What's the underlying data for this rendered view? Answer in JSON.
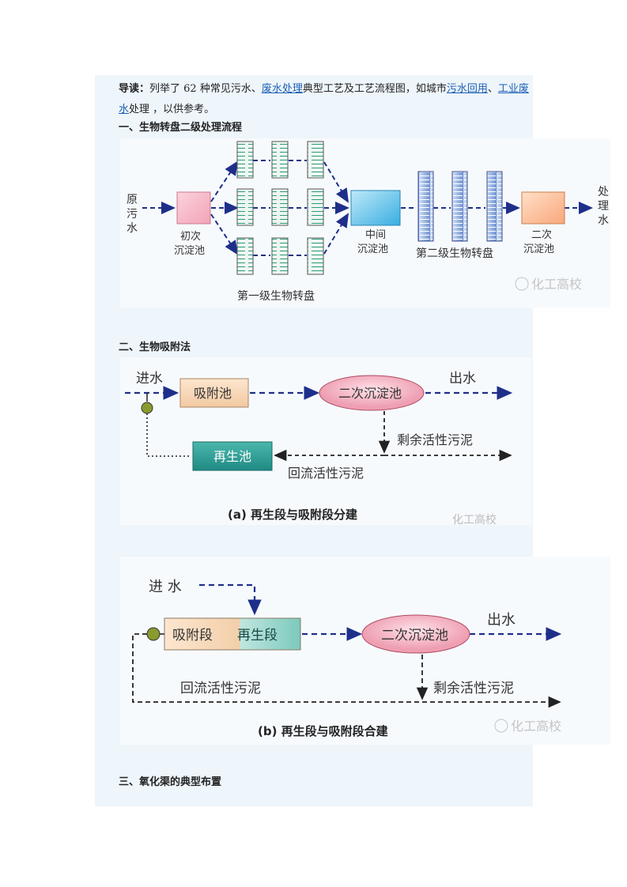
{
  "intro": {
    "lead": "导读：",
    "t1": "列举了 62 种常见污水、",
    "link1": "废水处理",
    "t2": "典型工艺及工艺流程图，如城市",
    "link2": "污水回用",
    "t3": "、",
    "link3": "工业废水",
    "t4": "处理 ，以供参考。"
  },
  "section1": {
    "title": "一、生物转盘二级处理流程",
    "labels": {
      "raw": [
        "原",
        "污",
        "水"
      ],
      "primary": [
        "初次",
        "沉淀池"
      ],
      "middle": [
        "中间",
        "沉淀池"
      ],
      "secondary": [
        "二次",
        "沉淀池"
      ],
      "treated": [
        "处",
        "理",
        "水"
      ],
      "stage1": "第一级生物转盘",
      "stage2": "第二级生物转盘"
    },
    "watermark": "化工高校"
  },
  "section2": {
    "title": "二、生物吸附法",
    "fig_a": {
      "inflow": "进水",
      "adsorption": "吸附池",
      "clarifier": "二次沉淀池",
      "outflow": "出水",
      "excess": "剩余活性污泥",
      "regen": "再生池",
      "return": "回流活性污泥",
      "caption": "(a)  再生段与吸附段分建",
      "watermark": "化工高校"
    },
    "fig_b": {
      "inflow": "进 水",
      "adsorption": "吸附段",
      "regen": "再生段",
      "clarifier": "二次沉淀池",
      "outflow": "出水",
      "return": "回流活性污泥",
      "excess": "剩余活性污泥",
      "caption": "(b)  再生段与吸附段合建",
      "watermark": "化工高校"
    }
  },
  "section3": {
    "title": "三、氧化渠的典型布置"
  },
  "colors": {
    "arrow": "#1e2f8a",
    "link": "#1a5fb4",
    "panel": "#eef5fb"
  }
}
